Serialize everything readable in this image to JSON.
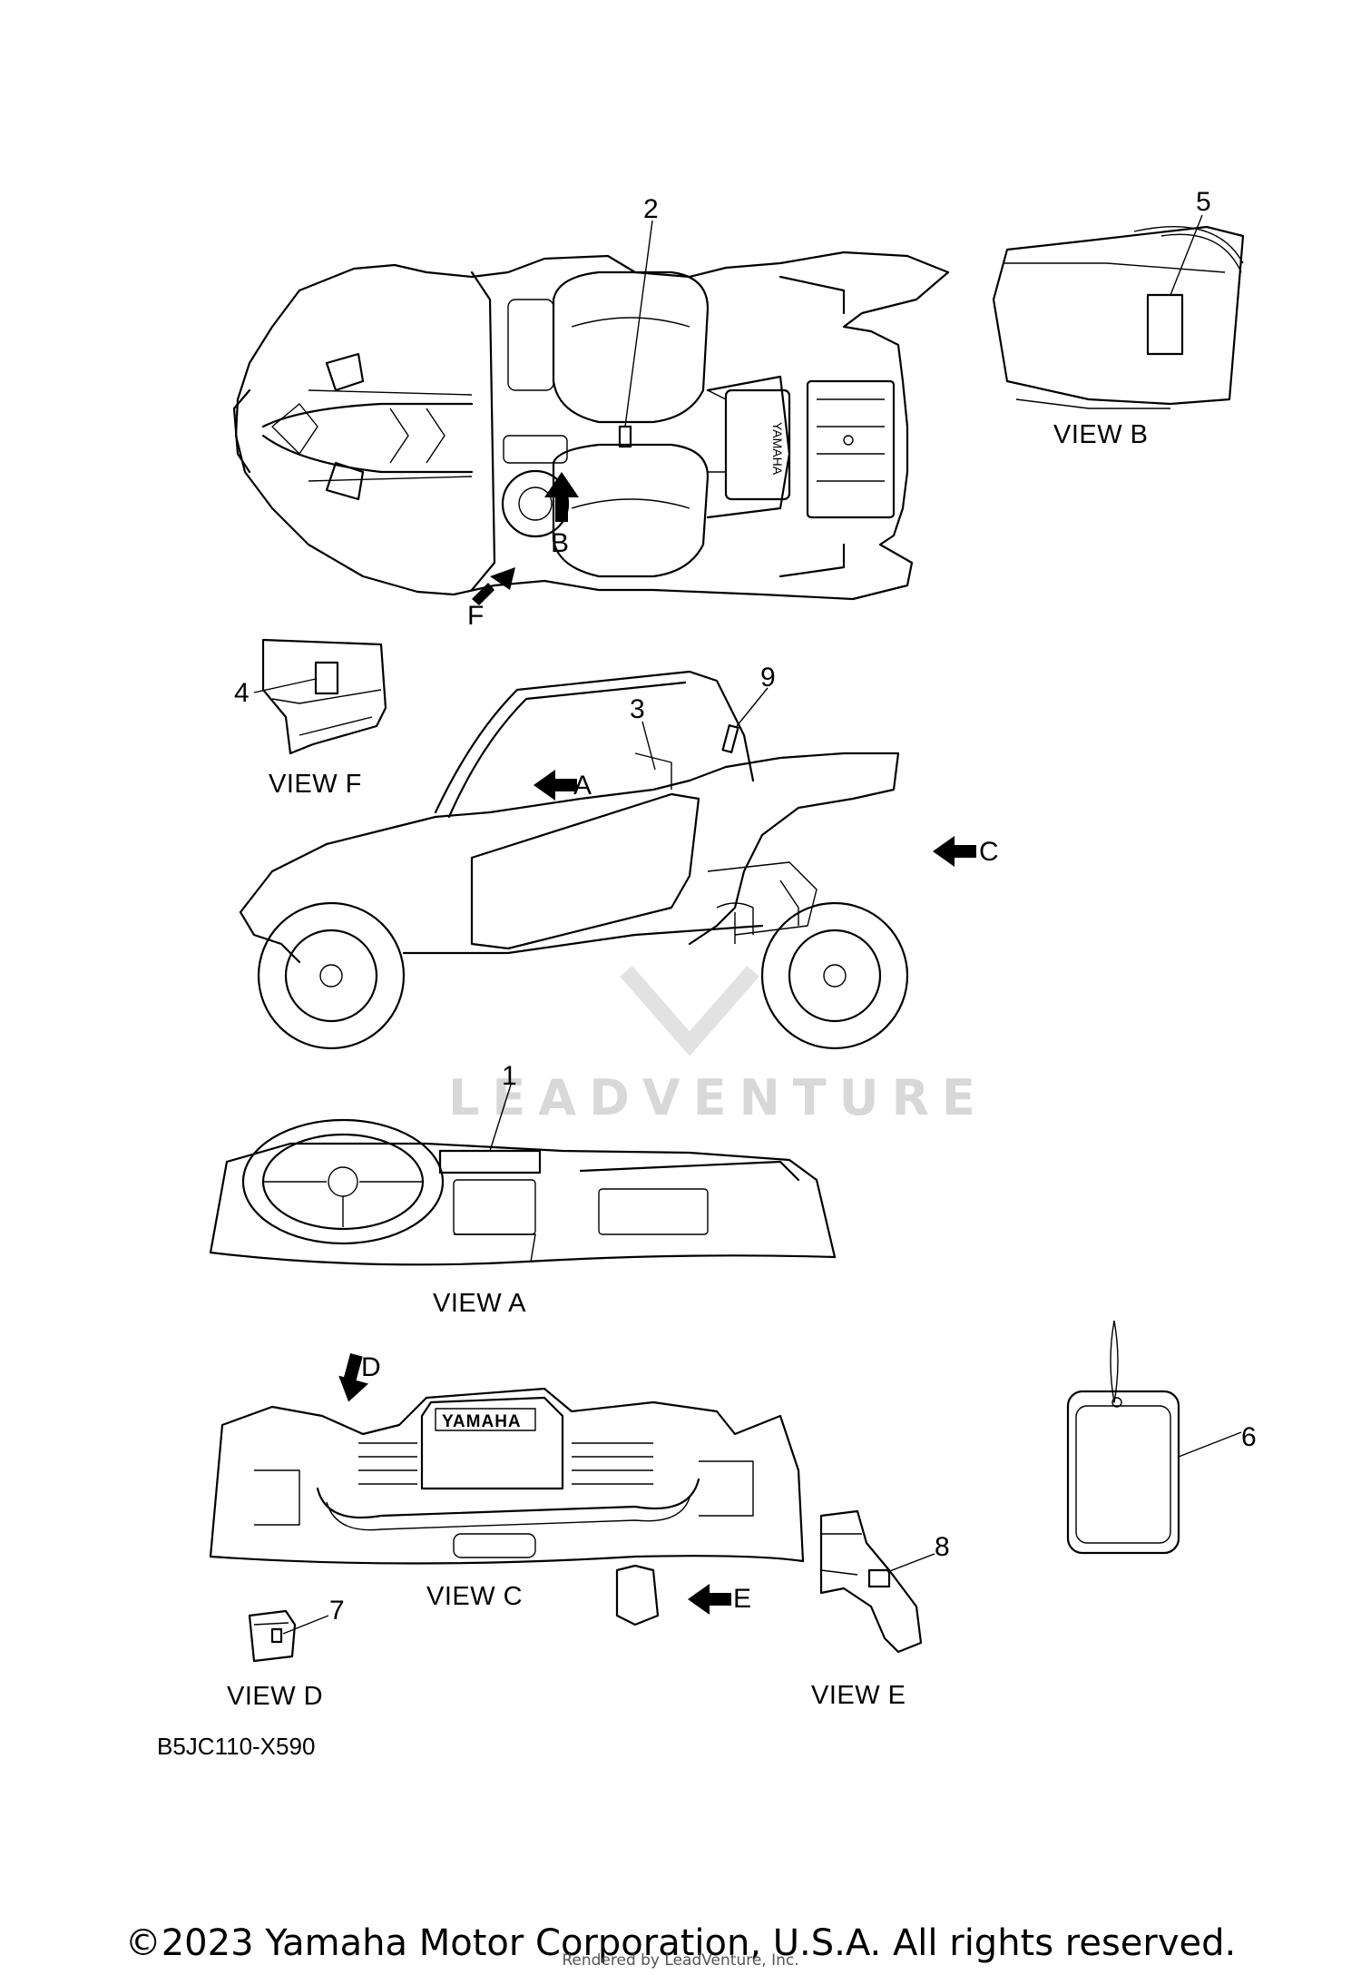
{
  "callouts": {
    "n1": "1",
    "n2": "2",
    "n3": "3",
    "n4": "4",
    "n5": "5",
    "n6": "6",
    "n7": "7",
    "n8": "8",
    "n9": "9"
  },
  "arrows": {
    "a": "A",
    "b": "B",
    "c": "C",
    "d": "D",
    "e": "E",
    "f": "F"
  },
  "views": {
    "a": "VIEW A",
    "b": "VIEW B",
    "c": "VIEW C",
    "d": "VIEW D",
    "e": "VIEW E",
    "f": "VIEW F"
  },
  "brand_text": "YAMAHA",
  "diagram_code": "B5JC110-X590",
  "watermark": "LEADVENTURE",
  "copyright": "©2023 Yamaha Motor Corporation, U.S.A. All rights reserved.",
  "rendered_by": "Rendered by LeadVenture, Inc."
}
